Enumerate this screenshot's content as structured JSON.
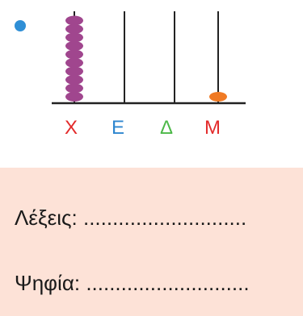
{
  "abacus": {
    "columns": [
      {
        "label": "Χ",
        "beads": 10,
        "label_color": "#e32b2b",
        "bead_color": "#a0468e"
      },
      {
        "label": "Ε",
        "beads": 0,
        "label_color": "#2e86cf",
        "bead_color": ""
      },
      {
        "label": "Δ",
        "beads": 0,
        "label_color": "#4cb848",
        "bead_color": ""
      },
      {
        "label": "Μ",
        "beads": 1,
        "label_color": "#e32b2b",
        "bead_color": "#f07a24"
      }
    ]
  },
  "answer_box": {
    "words_label": "Λέξεις:",
    "words_blank": "............................",
    "digits_label": "Ψηφία:",
    "digits_blank": "............................"
  },
  "colors": {
    "bullet": "#2f8fd6",
    "panel_background": "#fde2d7",
    "rod": "#222222"
  }
}
